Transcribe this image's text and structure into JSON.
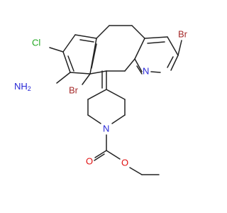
{
  "molecule": {
    "atoms": {
      "cl": {
        "text": "Cl",
        "color": "#22a822"
      },
      "nh2": {
        "text": "NH",
        "sub": "2",
        "color": "#2727d6"
      },
      "br_left": {
        "text": "Br",
        "color": "#a52a2a"
      },
      "br_right": {
        "text": "Br",
        "color": "#a52a2a"
      },
      "n_pyridine": {
        "text": "N",
        "color": "#2727d6"
      },
      "n_piperidine": {
        "text": "N",
        "color": "#2727d6"
      },
      "o_carbonyl": {
        "text": "O",
        "color": "#e01010"
      },
      "o_ester": {
        "text": "O",
        "color": "#e01010"
      }
    }
  }
}
